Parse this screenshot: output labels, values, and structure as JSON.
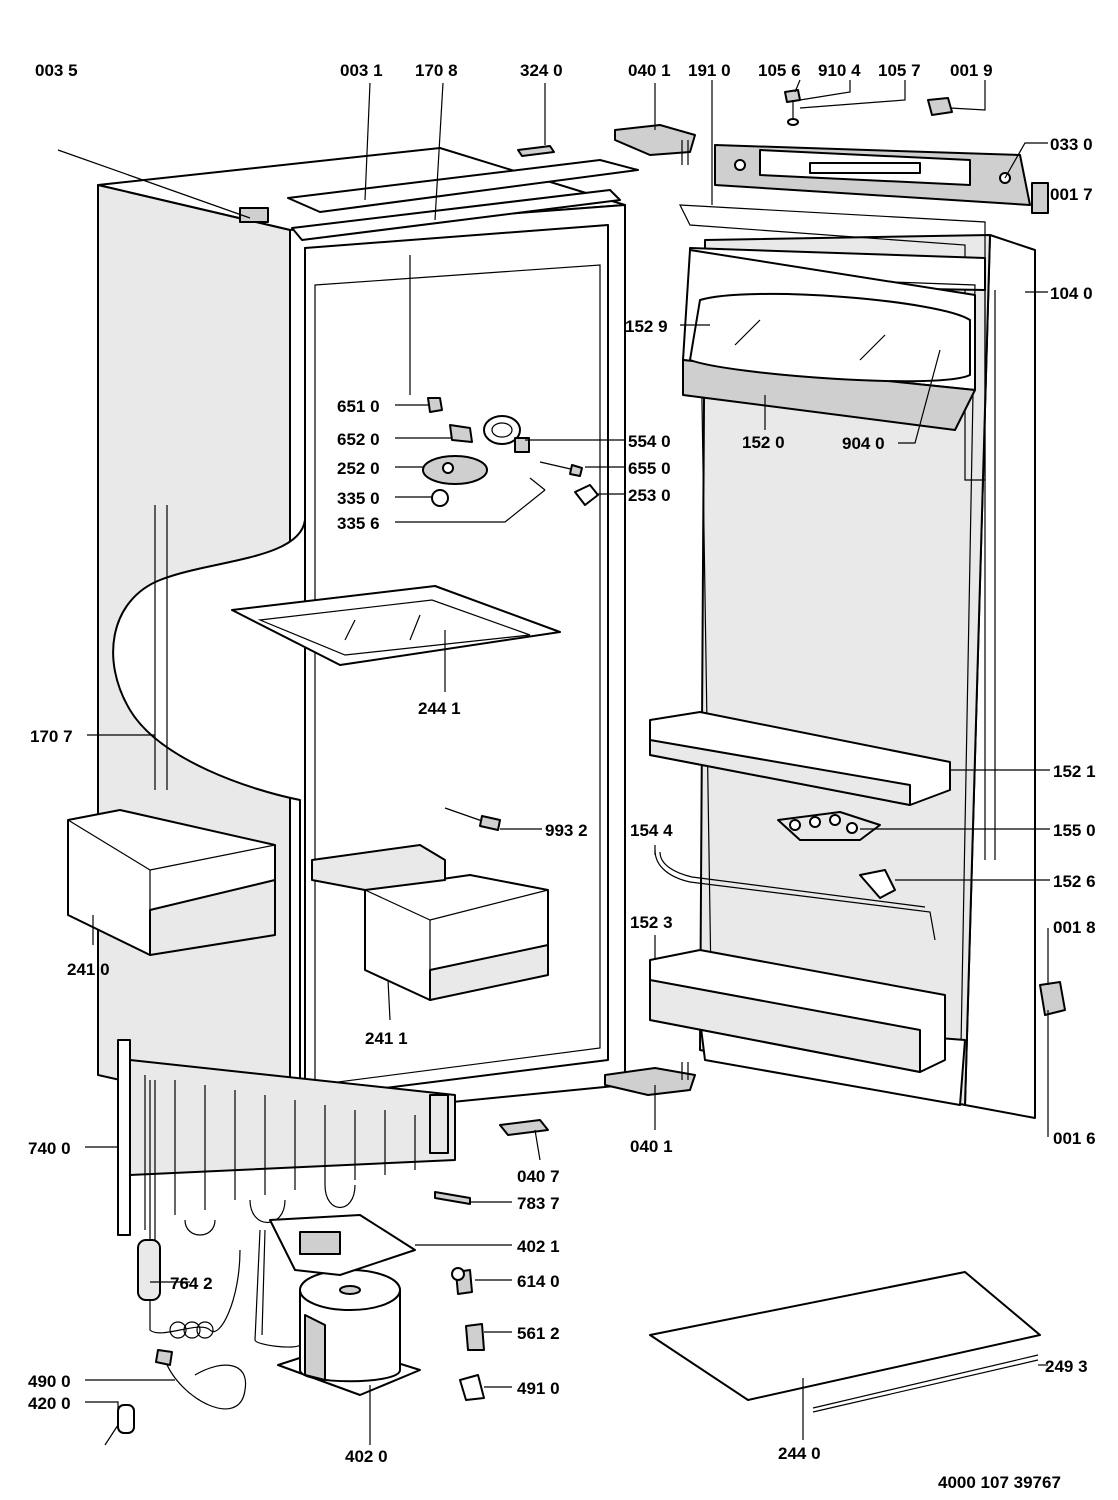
{
  "drawing_number": "4000 107 39767",
  "labels": {
    "l0035": "003 5",
    "l0031": "003 1",
    "l1708": "170 8",
    "l3240": "324 0",
    "l0401a": "040 1",
    "l1910": "191 0",
    "l1056": "105 6",
    "l9104": "910 4",
    "l1057": "105 7",
    "l0019": "001 9",
    "l0330": "033 0",
    "l0017": "001 7",
    "l1040": "104 0",
    "l1529": "152 9",
    "l1520": "152 0",
    "l9040": "904 0",
    "l6510": "651 0",
    "l6520": "652 0",
    "l5540": "554 0",
    "l2520": "252 0",
    "l6550": "655 0",
    "l3350": "335 0",
    "l2530": "253 0",
    "l3356": "335 6",
    "l2441": "244 1",
    "l1707": "170 7",
    "l1521": "152 1",
    "l9932": "993 2",
    "l1544": "154 4",
    "l1550": "155 0",
    "l1526": "152 6",
    "l2410": "241 0",
    "l1523": "152 3",
    "l0018": "001 8",
    "l2411": "241 1",
    "l0401b": "040 1",
    "l7400": "740 0",
    "l0016": "001 6",
    "l0407": "040 7",
    "l7837": "783 7",
    "l4021": "402 1",
    "l7642": "764 2",
    "l6140": "614 0",
    "l5612": "561 2",
    "l4900": "490 0",
    "l4910": "491 0",
    "l4200": "420 0",
    "l2493": "249 3",
    "l4020": "402 0",
    "l2440": "244 0"
  }
}
